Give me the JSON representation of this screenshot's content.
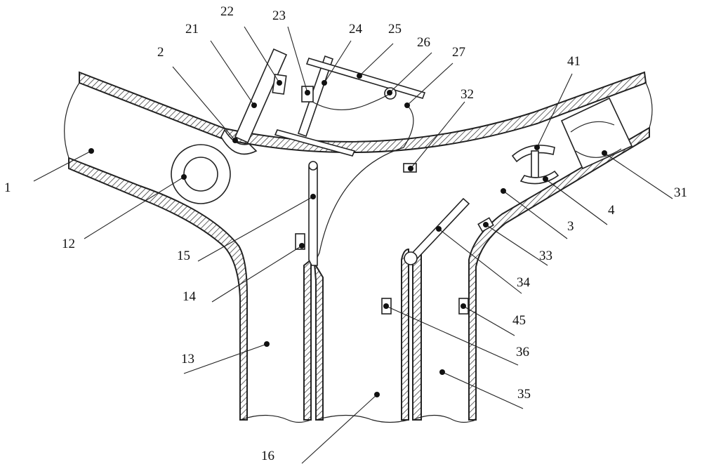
{
  "labels": {
    "l1": "1",
    "l2": "2",
    "l3": "3",
    "l4": "4",
    "l12": "12",
    "l13": "13",
    "l14": "14",
    "l15": "15",
    "l16": "16",
    "l21": "21",
    "l22": "22",
    "l23": "23",
    "l24": "24",
    "l25": "25",
    "l26": "26",
    "l27": "27",
    "l31": "31",
    "l32": "32",
    "l33": "33",
    "l34": "34",
    "l35": "35",
    "l36": "36",
    "l41": "41",
    "l45": "45"
  }
}
